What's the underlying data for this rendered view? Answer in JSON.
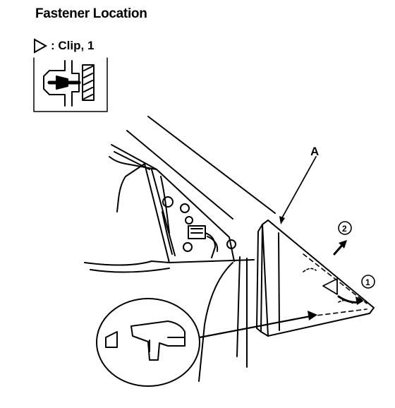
{
  "title": "Fastener Location",
  "legend": {
    "symbol": "triangle-icon",
    "text": ": Clip, 1"
  },
  "callouts": {
    "part": "A",
    "step1": "1",
    "step2": "2"
  }
}
